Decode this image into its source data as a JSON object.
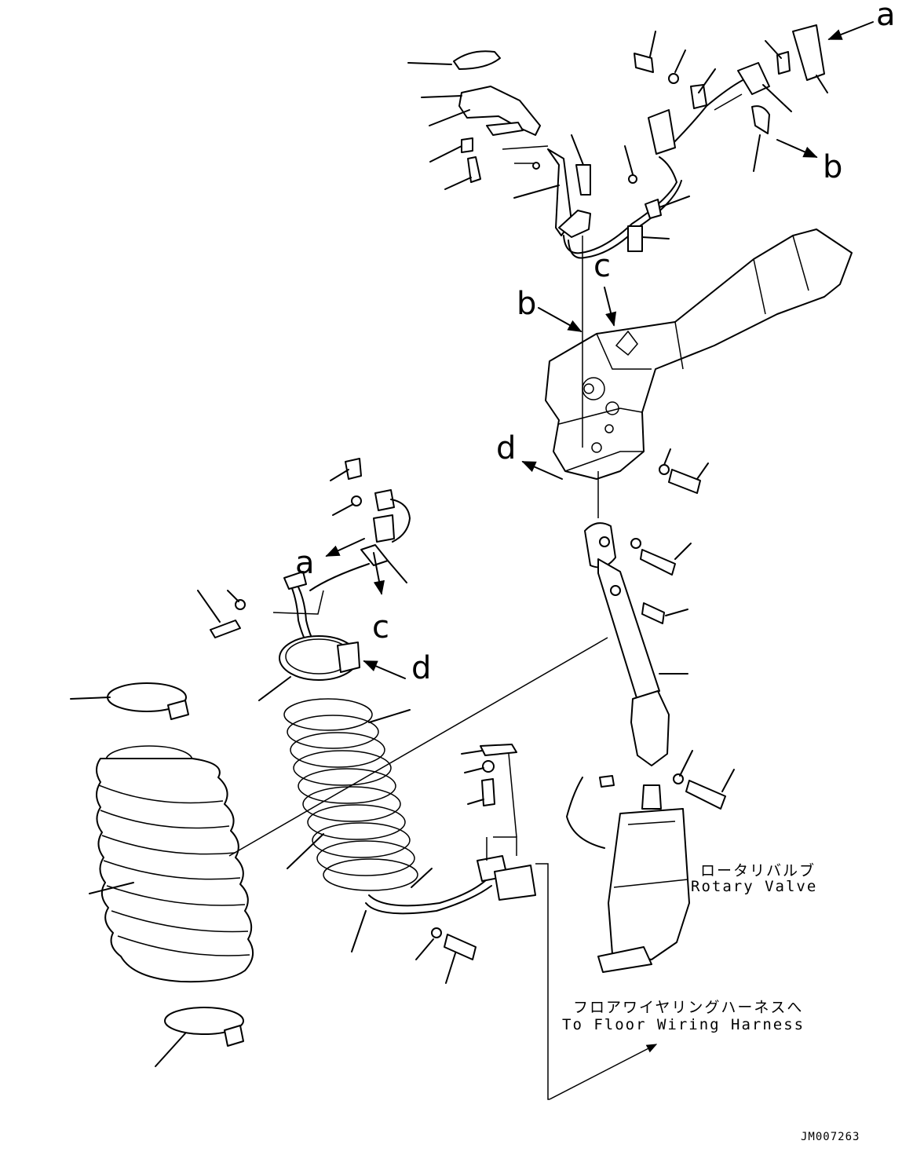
{
  "view_letters": {
    "a_top": "a",
    "b_right": "b",
    "b_mid": "b",
    "c_mid": "c",
    "d_mid": "d",
    "a_left": "a",
    "c_left": "c",
    "d_left": "d"
  },
  "notes": {
    "rotary_valve_jp": "ロータリバルブ",
    "rotary_valve_en": "Rotary Valve",
    "harness_jp": "フロアワイヤリングハーネスへ",
    "harness_en": "To Floor Wiring Harness"
  },
  "drawing_code": "JM007263"
}
